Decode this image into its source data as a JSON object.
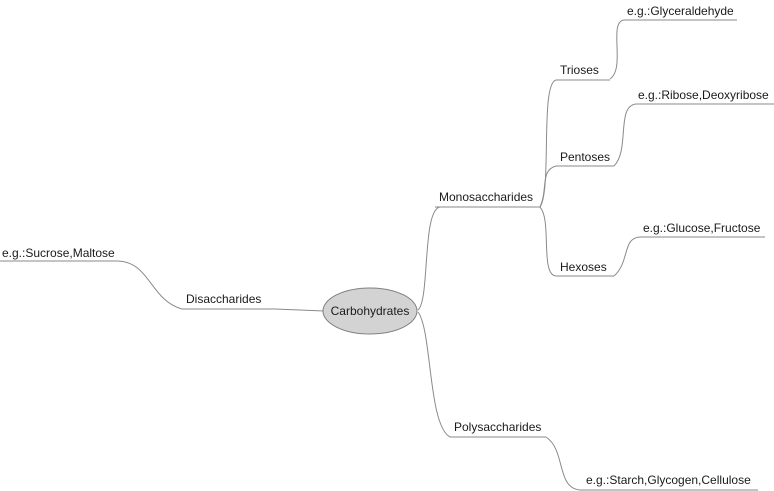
{
  "mindmap": {
    "root": {
      "label": "Carbohydrates",
      "fill": "#d3d3d3",
      "stroke": "#808080"
    },
    "line_color": "#8a8a8a",
    "branches": {
      "monosaccharides": {
        "label": "Monosaccharides",
        "trioses": {
          "label": "Trioses",
          "example": "e.g.:Glyceraldehyde"
        },
        "pentoses": {
          "label": "Pentoses",
          "example": "e.g.:Ribose,Deoxyribose"
        },
        "hexoses": {
          "label": "Hexoses",
          "example": "e.g.:Glucose,Fructose"
        }
      },
      "disaccharides": {
        "label": "Disaccharides",
        "example": "e.g.:Sucrose,Maltose"
      },
      "polysaccharides": {
        "label": "Polysaccharides",
        "example": "e.g.:Starch,Glycogen,Cellulose"
      }
    }
  }
}
